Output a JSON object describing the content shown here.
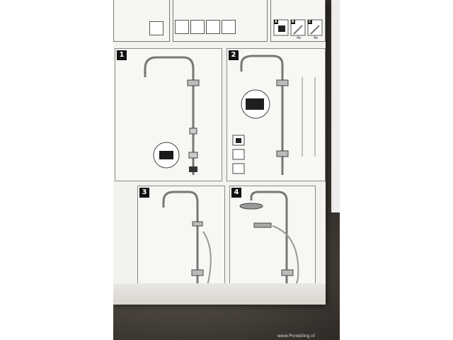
{
  "step_numbers": [
    "1",
    "2",
    "3",
    "4"
  ],
  "parts": {
    "a": {
      "label": "A"
    },
    "b": {
      "label": "B",
      "qty": "4x"
    },
    "c": {
      "label": "C",
      "qty": "4x"
    }
  },
  "watermark": "www.ProVeiling.nl"
}
